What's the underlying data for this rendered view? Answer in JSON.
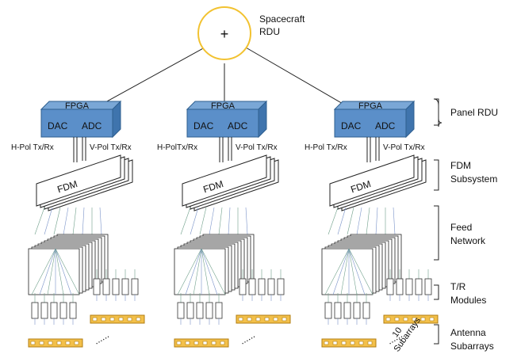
{
  "spacecraft": {
    "symbol": "+",
    "label_line1": "Spacecraft",
    "label_line2": "RDU"
  },
  "panel": {
    "fpga_label": "FPGA",
    "dac_label": "DAC",
    "adc_label": "ADC",
    "fdm_label": "FDM"
  },
  "panels": [
    {
      "h_label": "H-Pol Tx/Rx",
      "v_label": "V-Pol Tx/Rx"
    },
    {
      "h_label": "H-PolTx/Rx",
      "v_label": "V-Pol Tx/Rx"
    },
    {
      "h_label": "H-Pol Tx/Rx",
      "v_label": "V-Pol Tx/Rx"
    }
  ],
  "legend": {
    "panel_rdu": "Panel RDU",
    "fdm_line1": "FDM",
    "fdm_line2": "Subsystem",
    "feed_line1": "Feed",
    "feed_line2": "Network",
    "tr_line1": "T/R",
    "tr_line2": "Modules",
    "ant_line1": "Antenna",
    "ant_line2": "Subarrays"
  },
  "subarray_count": "10",
  "subarray_word": "Subarrays",
  "ellipsis": "......",
  "colors": {
    "fpga_blue": "#5b8fc9",
    "rdu_ring": "#f2c230",
    "antenna_gold": "#f3c04a",
    "fan_green": "#6fa08a",
    "fan_blue": "#7a93c9"
  }
}
